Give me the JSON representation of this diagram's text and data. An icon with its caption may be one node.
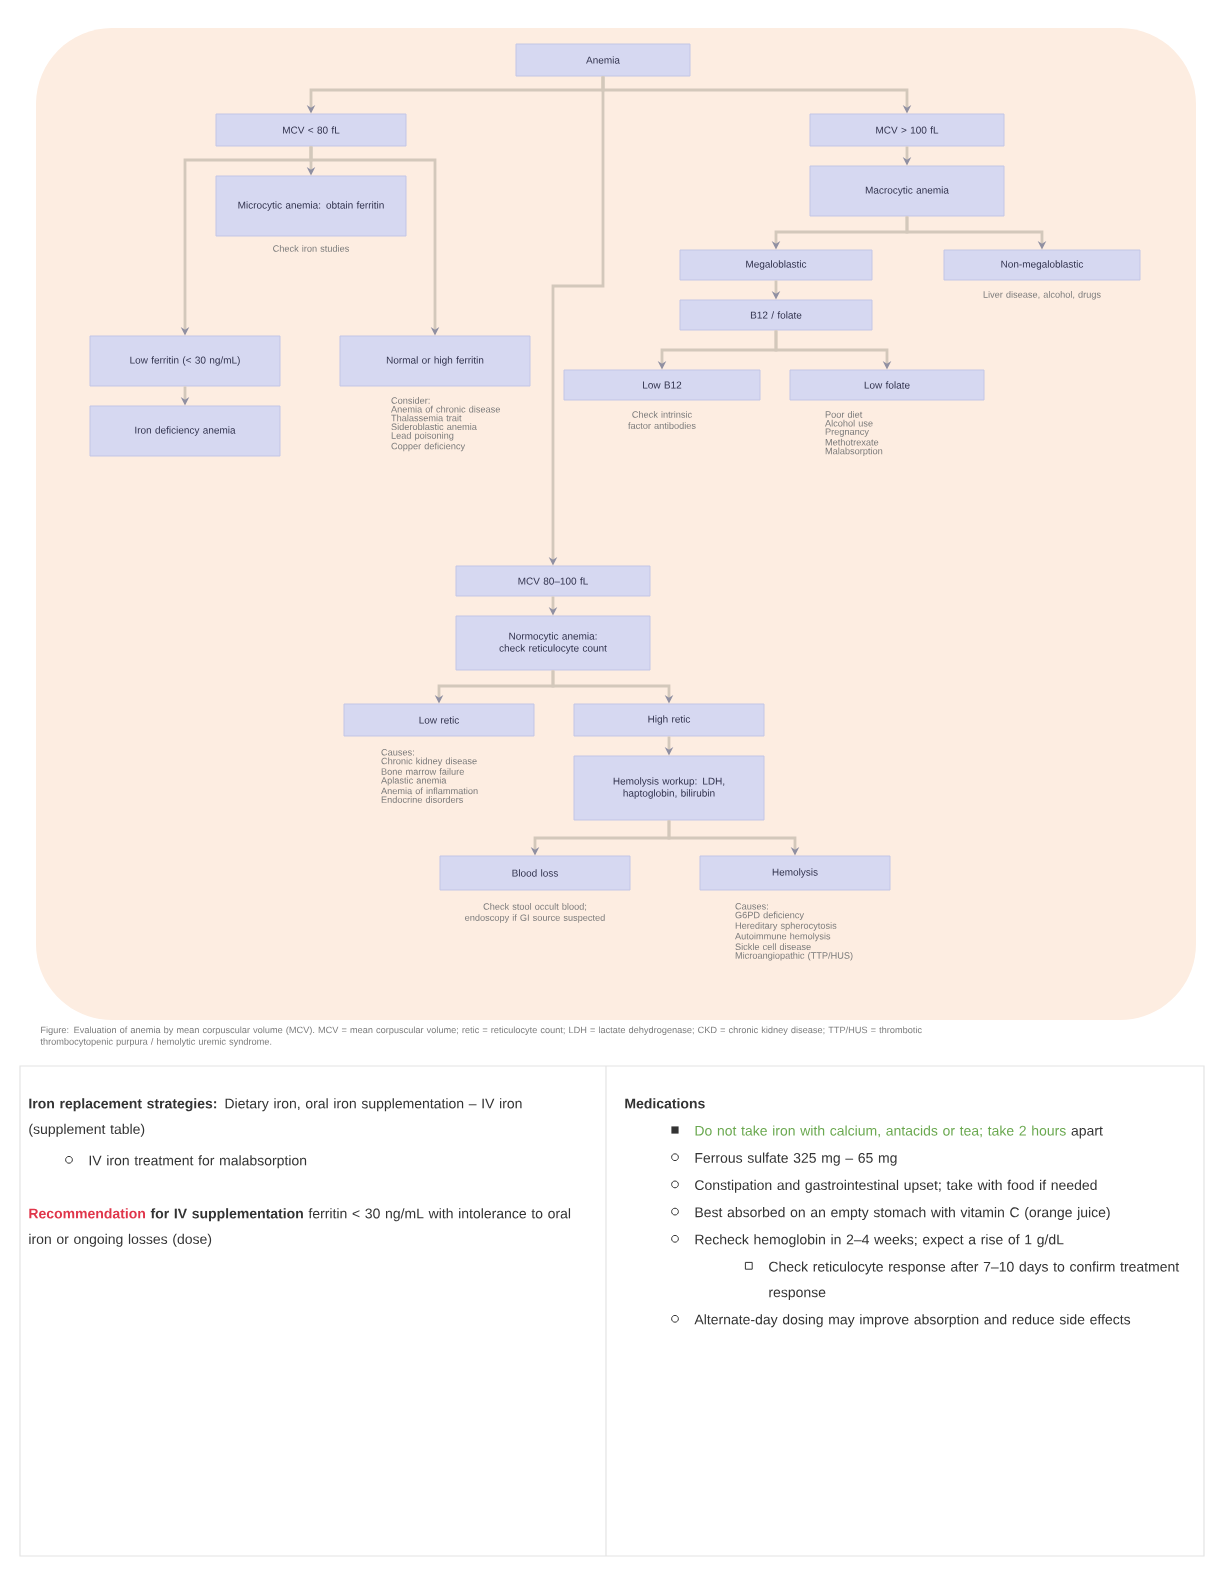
{
  "diagram": {
    "caption": "Figure: Evaluation of anemia by mean corpuscular volume (MCV). MCV = mean corpuscular volume; retic = reticulocyte count; LDH = lactate dehydrogenase; CKD = chronic kidney disease; TTP/HUS = thrombotic thrombocytopenic purpura / hemolytic uremic syndrome.",
    "nodes": [
      {
        "text": [
          "Anemia"
        ]
      },
      {
        "text": [
          "MCV < 80 fL"
        ]
      },
      {
        "text": [
          "Microcytic anemia: obtain ferritin"
        ],
        "beside": [
          "Check iron studies"
        ]
      },
      {
        "text": [
          "Low ferritin (< 30 ng/mL)"
        ]
      },
      {
        "text": [
          "Iron deficiency anemia"
        ]
      },
      {
        "text": [
          "Normal or high ferritin"
        ],
        "beside": [
          "Consider:",
          "Anemia of chronic disease",
          "Thalassemia trait",
          "Sideroblastic anemia",
          "Lead poisoning",
          "Copper deficiency"
        ]
      },
      {
        "text": [
          "MCV > 100 fL"
        ]
      },
      {
        "text": [
          "Macrocytic anemia"
        ]
      },
      {
        "text": [
          "Megaloblastic"
        ]
      },
      {
        "text": [
          "B12 / folate"
        ]
      },
      {
        "text": [
          "Non-megaloblastic"
        ],
        "beside": [
          "Liver disease, alcohol, drugs"
        ]
      },
      {
        "text": [
          "Low B12"
        ],
        "beside": [
          "Check intrinsic factor antibodies"
        ]
      },
      {
        "text": [
          "Low folate"
        ],
        "beside": [
          "Poor diet",
          "Alcohol use",
          "Pregnancy",
          "Methotrexate",
          "Malabsorption"
        ]
      },
      {
        "text": [
          "MCV 80–100 fL"
        ]
      },
      {
        "text": [
          "Normocytic anemia: check reticulocyte count"
        ]
      },
      {
        "text": [
          "Low retic"
        ],
        "beside": [
          "Causes:",
          "Chronic kidney disease",
          "Bone marrow failure",
          "Aplastic anemia",
          "Anemia of inflammation",
          "Endocrine disorders"
        ]
      },
      {
        "text": [
          "High retic"
        ]
      },
      {
        "text": [
          "Hemolysis workup: LDH, haptoglobin, bilirubin"
        ]
      },
      {
        "text": [
          "Blood loss"
        ],
        "beside": [
          "Check stool occult blood; endoscopy if GI source suspected"
        ]
      },
      {
        "text": [
          "Hemolysis"
        ],
        "beside": [
          "Causes:",
          "G6PD deficiency",
          "Hereditary spherocytosis",
          "Autoimmune hemolysis",
          "Sickle cell disease",
          "Microangiopathic (TTP/HUS)"
        ]
      }
    ],
    "edges": [
      {
        "from": 0,
        "to": 1,
        "arrow": "to"
      },
      {
        "from": 0,
        "to": 6,
        "arrow": "to"
      },
      {
        "from": 0,
        "to": 13,
        "arrow": "to"
      },
      {
        "from": 1,
        "to": 2,
        "arrow": "to"
      },
      {
        "from": 1,
        "to": 3,
        "arrow": "to"
      },
      {
        "from": 1,
        "to": 5,
        "arrow": "to"
      },
      {
        "from": 3,
        "to": 4,
        "arrow": "to"
      },
      {
        "from": 6,
        "to": 7,
        "arrow": "to"
      },
      {
        "from": 7,
        "to": 8,
        "arrow": "to"
      },
      {
        "from": 7,
        "to": 10,
        "arrow": "to"
      },
      {
        "from": 8,
        "to": 9,
        "arrow": "to"
      },
      {
        "from": 9,
        "to": 11,
        "arrow": "to"
      },
      {
        "from": 9,
        "to": 12,
        "arrow": "to"
      },
      {
        "from": 13,
        "to": 14,
        "arrow": "to"
      },
      {
        "from": 14,
        "to": 15,
        "arrow": "to"
      },
      {
        "from": 14,
        "to": 16,
        "arrow": "to"
      },
      {
        "from": 16,
        "to": 17,
        "arrow": "to"
      },
      {
        "from": 17,
        "to": 18,
        "arrow": "to"
      },
      {
        "from": 17,
        "to": 19,
        "arrow": "to"
      }
    ],
    "labels": [
      "**Iron replacement strategies:** Dietary iron, oral iron supplementation – IV iron (supplement table)",
      "IV iron treatment for malabsorption",
      "Recommendation",
      "**for IV supplementation** ferritin < 30 ng/mL with intolerance to oral iron or ongoing losses (dose)",
      "Medications",
      "Do not take iron with calcium, antacids or tea; take 2 hours",
      "apart",
      "Ferrous sulfate 325 mg – 65 mg",
      "Constipation and gastrointestinal upset; take with food if needed",
      "Best absorbed on an empty stomach with vitamin C (orange juice)",
      "Recheck hemoglobin in 2–4 weeks; expect a rise of 1 g/dL",
      "Check reticulocyte response after 7–10 days to confirm treatment response",
      "Alternate-day dosing may improve absorption and reduce side effects"
    ]
  }
}
